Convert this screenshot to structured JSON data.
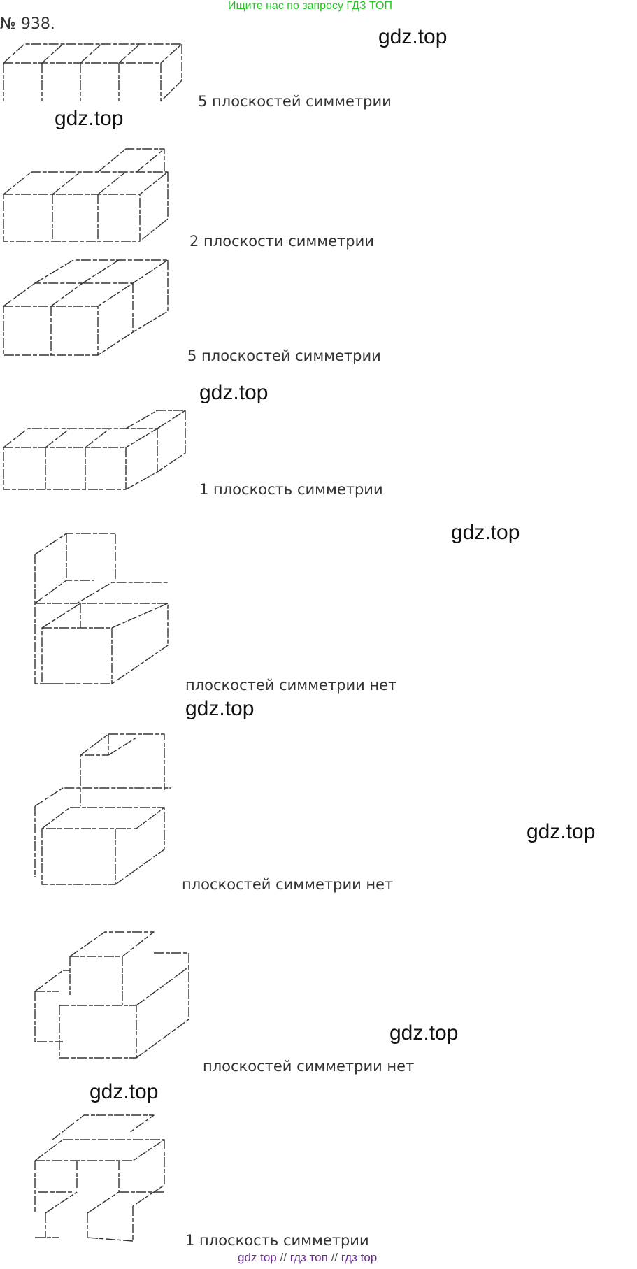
{
  "banner": "Ищите нас по запросу ГДЗ ТОП",
  "task_number": "№ 938.",
  "watermark": "gdz.top",
  "figures": [
    {
      "caption": "5 плоскостей симметрии"
    },
    {
      "caption": "2 плоскости симметрии"
    },
    {
      "caption": "5 плоскостей симметрии"
    },
    {
      "caption": "1 плоскость симметрии"
    },
    {
      "caption": "плоскостей симметрии нет"
    },
    {
      "caption": "плоскостей симметрии нет"
    },
    {
      "caption": "плоскостей симметрии нет"
    },
    {
      "caption": "1 плоскость симметрии"
    }
  ],
  "footer": {
    "links": [
      "gdz top",
      "гдз топ",
      "гдз top"
    ],
    "separator": "//"
  }
}
